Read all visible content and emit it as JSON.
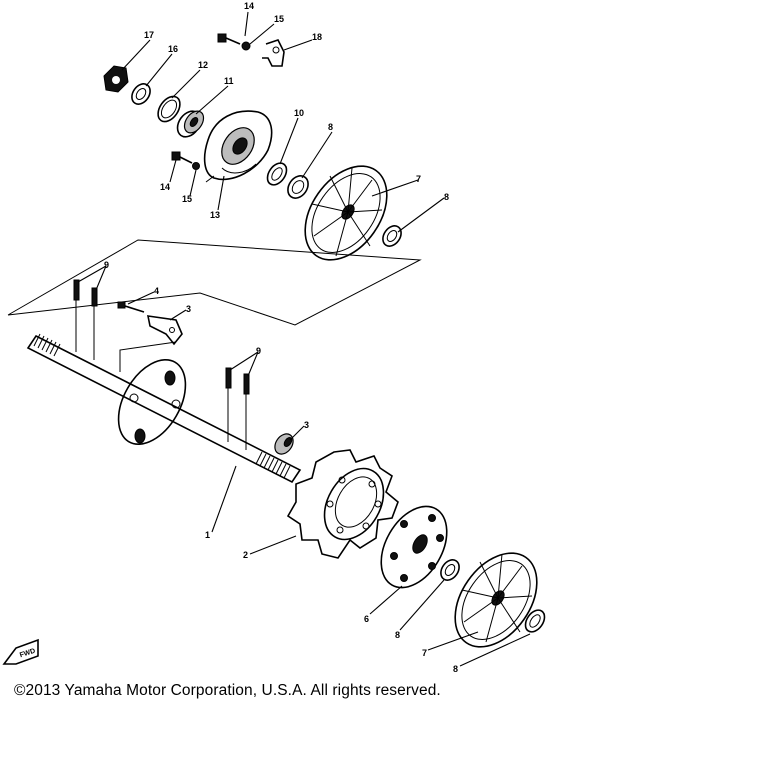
{
  "callouts": {
    "c1": "1",
    "c2": "2",
    "c3a": "3",
    "c3b": "3",
    "c4": "4",
    "c6": "6",
    "c7a": "7",
    "c7b": "7",
    "c8a": "8",
    "c8b": "8",
    "c8c": "8",
    "c8d": "8",
    "c9a": "9",
    "c9b": "9",
    "c10": "10",
    "c11": "11",
    "c12": "12",
    "c13": "13",
    "c14a": "14",
    "c14b": "14",
    "c15a": "15",
    "c15b": "15",
    "c16": "16",
    "c17": "17",
    "c18": "18"
  },
  "front_marker": "FWD",
  "copyright": "©2013 Yamaha Motor Corporation, U.S.A. All rights reserved."
}
